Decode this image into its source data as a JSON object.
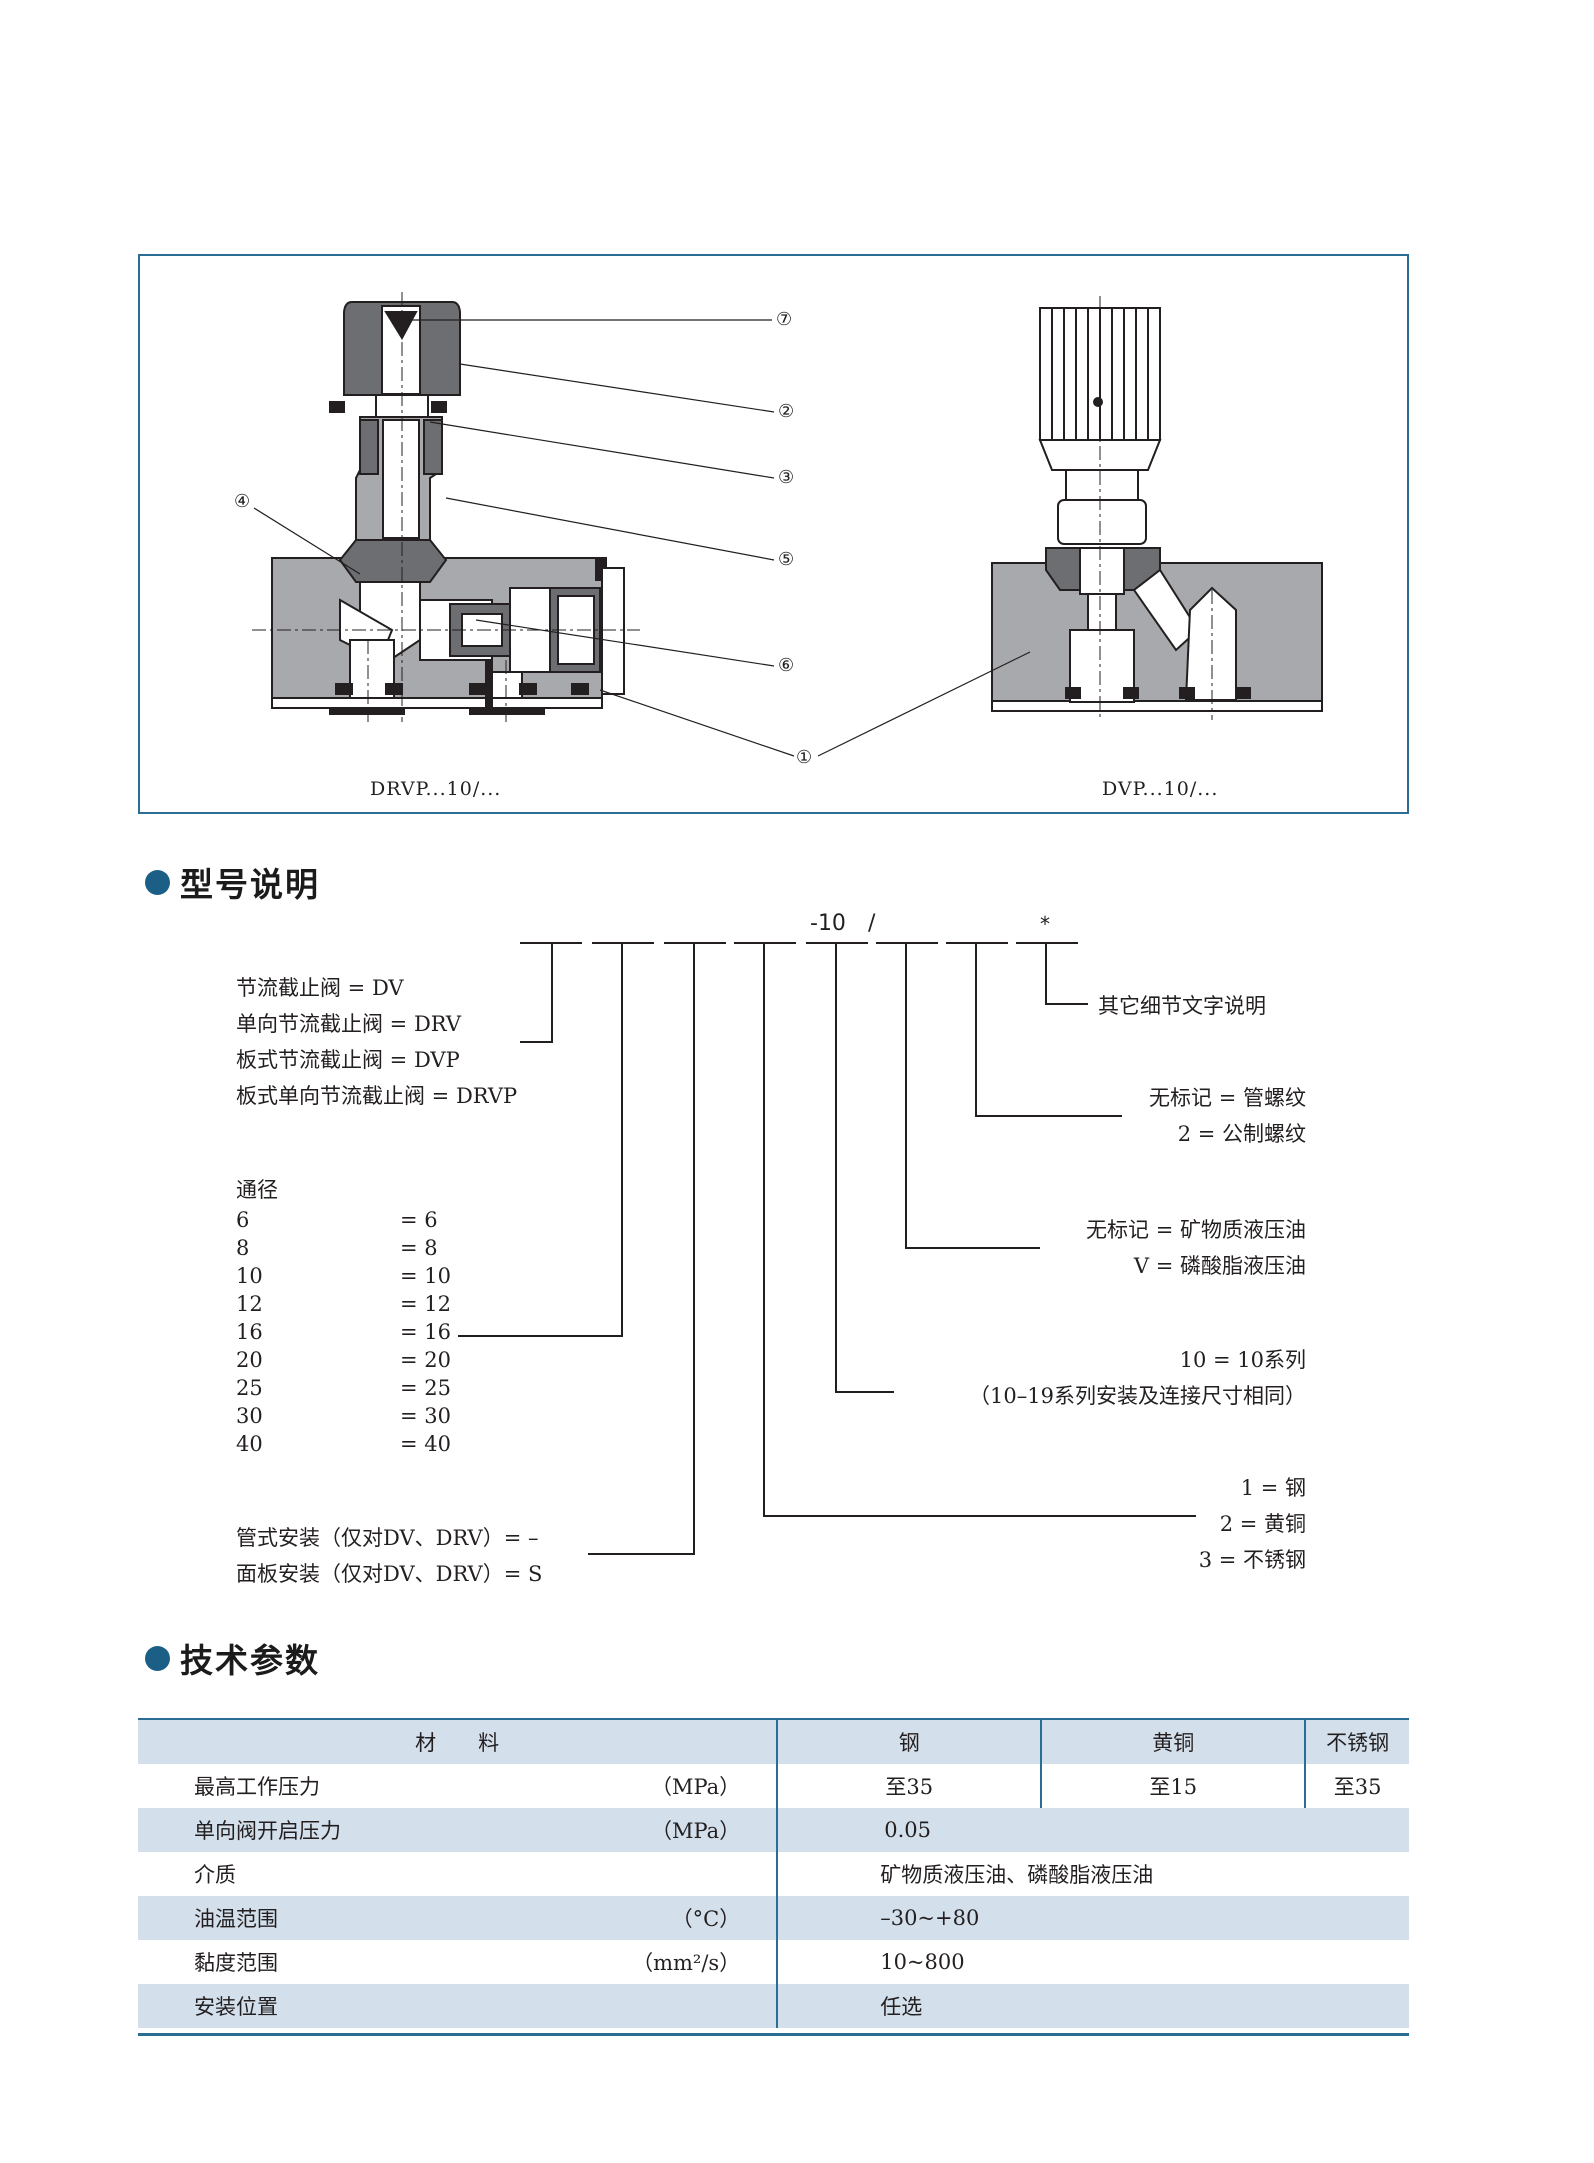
{
  "figure": {
    "callouts": [
      "⑦",
      "②",
      "③",
      "④",
      "⑤",
      "⑥",
      "①"
    ],
    "left_caption": "DRVP...10/...",
    "right_caption": "DVP...10/..."
  },
  "model_section": {
    "title": "型号说明",
    "code_series": "-10",
    "code_slash": "/",
    "code_star": "*",
    "types": [
      "节流截止阀 = DV",
      "单向节流截止阀 = DRV",
      "板式节流截止阀 = DVP",
      "板式单向节流截止阀 = DRVP"
    ],
    "bore_label": "通径",
    "bore_sizes": [
      {
        "size": "6",
        "code": "= 6"
      },
      {
        "size": "8",
        "code": "= 8"
      },
      {
        "size": "10",
        "code": "= 10"
      },
      {
        "size": "12",
        "code": "= 12"
      },
      {
        "size": "16",
        "code": "= 16"
      },
      {
        "size": "20",
        "code": "= 20"
      },
      {
        "size": "25",
        "code": "= 25"
      },
      {
        "size": "30",
        "code": "= 30"
      },
      {
        "size": "40",
        "code": "= 40"
      }
    ],
    "mounting": [
      "管式安装（仅对DV、DRV）= –",
      "面板安装（仅对DV、DRV）= S"
    ],
    "other_details": "其它细节文字说明",
    "thread": [
      "无标记 = 管螺纹",
      "2 = 公制螺纹"
    ],
    "fluid": [
      "无标记 = 矿物质液压油",
      "V = 磷酸脂液压油"
    ],
    "series": [
      "10 = 10系列",
      "（10–19系列安装及连接尺寸相同）"
    ],
    "material": [
      "1 = 钢",
      "2 = 黄铜",
      "3 = 不锈钢"
    ]
  },
  "tech_section": {
    "title": "技术参数",
    "header": {
      "label": "材　　料",
      "cols": [
        "钢",
        "黄铜",
        "不锈钢"
      ]
    },
    "rows": [
      {
        "label": "最高工作压力",
        "unit": "（MPa）",
        "values": [
          "至35",
          "至15",
          "至35"
        ]
      },
      {
        "label": "单向阀开启压力",
        "unit": "（MPa）",
        "value": "0.05"
      },
      {
        "label": "介质",
        "unit": "",
        "value": "矿物质液压油、磷酸脂液压油"
      },
      {
        "label": "油温范围",
        "unit": "（°C）",
        "value": "–30~+80"
      },
      {
        "label": "黏度范围",
        "unit": "（mm²/s）",
        "value": "10~800"
      },
      {
        "label": "安装位置",
        "unit": "",
        "value": "任选"
      }
    ]
  },
  "colors": {
    "accent": "#1c5f86",
    "frame": "#2a6e93",
    "table_stripe": "#d3e0eb",
    "body_gray": "#a7a9ac",
    "dark_gray": "#6d6e71"
  }
}
